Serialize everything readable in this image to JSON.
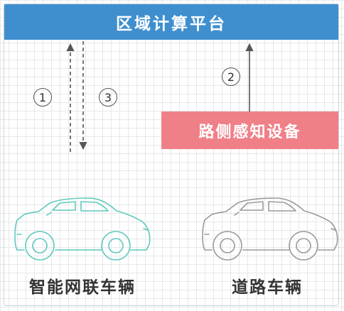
{
  "nodes": {
    "top": {
      "label": "区域计算平台",
      "color": "#3f8fcf"
    },
    "sensor": {
      "label": "路侧感知设备",
      "color": "#f08088"
    }
  },
  "steps": [
    {
      "label": "1"
    },
    {
      "label": "3"
    },
    {
      "label": "2"
    }
  ],
  "cars": [
    {
      "label": "智能网联车辆",
      "color": "#5fc9bd"
    },
    {
      "label": "道路车辆",
      "color": "#9a9a9a"
    }
  ],
  "colors": {
    "arrow": "#555555",
    "grid": "#e6e8ea"
  }
}
